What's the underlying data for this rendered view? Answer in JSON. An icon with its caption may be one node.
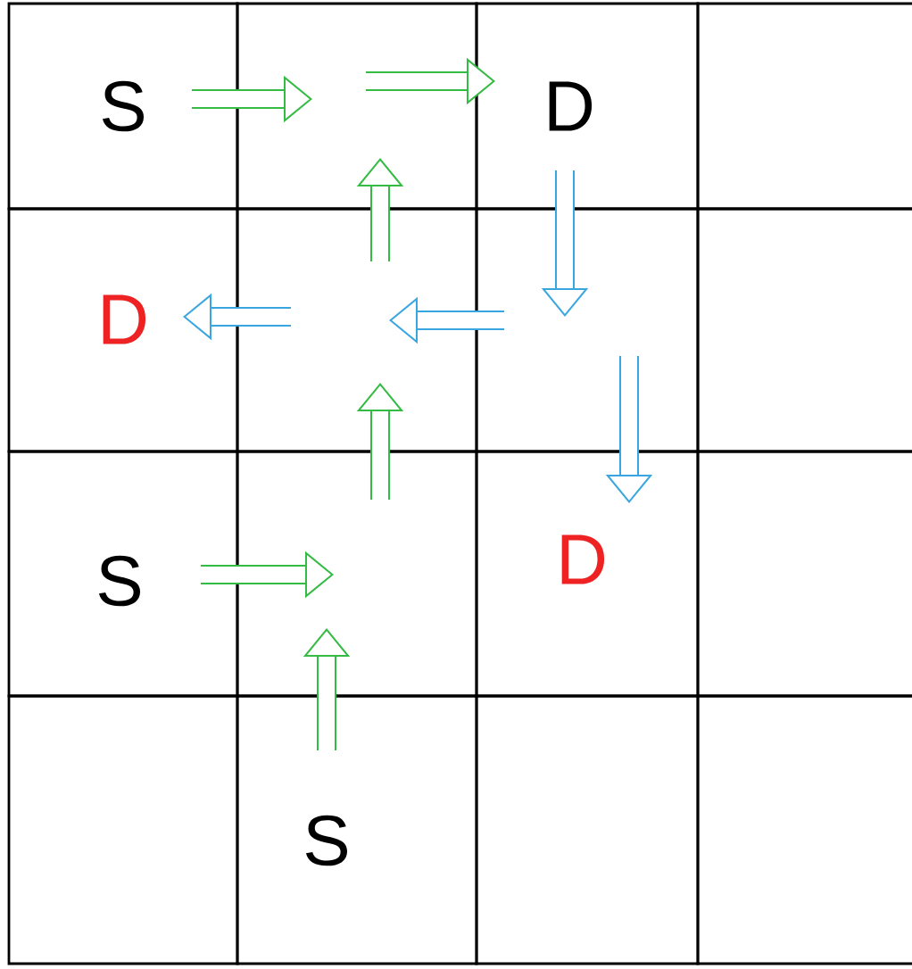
{
  "diagram": {
    "nodes": [
      {
        "text": [
          "S"
        ]
      },
      {
        "text": [],
        "shape": "box"
      },
      {
        "text": [
          "D"
        ]
      },
      {
        "text": [],
        "shape": "box"
      },
      {
        "text": [
          "D"
        ]
      },
      {
        "text": [],
        "shape": "box"
      },
      {
        "text": [],
        "shape": "box"
      },
      {
        "text": [],
        "shape": "box"
      },
      {
        "text": [
          "S"
        ]
      },
      {
        "text": [],
        "shape": "box"
      },
      {
        "text": [
          "D"
        ]
      },
      {
        "text": [],
        "shape": "box"
      },
      {
        "text": [],
        "shape": "box"
      },
      {
        "text": [
          "S"
        ]
      },
      {
        "text": [],
        "shape": "box"
      },
      {
        "text": [],
        "shape": "box"
      }
    ],
    "edges": [
      {
        "from": 0,
        "to": 1,
        "arrow": "to"
      },
      {
        "from": 1,
        "to": 2,
        "arrow": "to"
      },
      {
        "from": 2,
        "to": 6,
        "arrow": "to",
        "color": "#3aa6e0"
      },
      {
        "from": 5,
        "to": 1,
        "arrow": "to"
      },
      {
        "from": 6,
        "to": 5,
        "arrow": "to",
        "color": "#3aa6e0"
      },
      {
        "from": 5,
        "to": 4,
        "arrow": "to",
        "color": "#3aa6e0"
      },
      {
        "from": 9,
        "to": 5,
        "arrow": "to"
      },
      {
        "from": 6,
        "to": 10,
        "arrow": "to",
        "color": "#3aa6e0"
      },
      {
        "from": 8,
        "to": 9,
        "arrow": "to"
      },
      {
        "from": 13,
        "to": 9,
        "arrow": "to"
      }
    ]
  }
}
